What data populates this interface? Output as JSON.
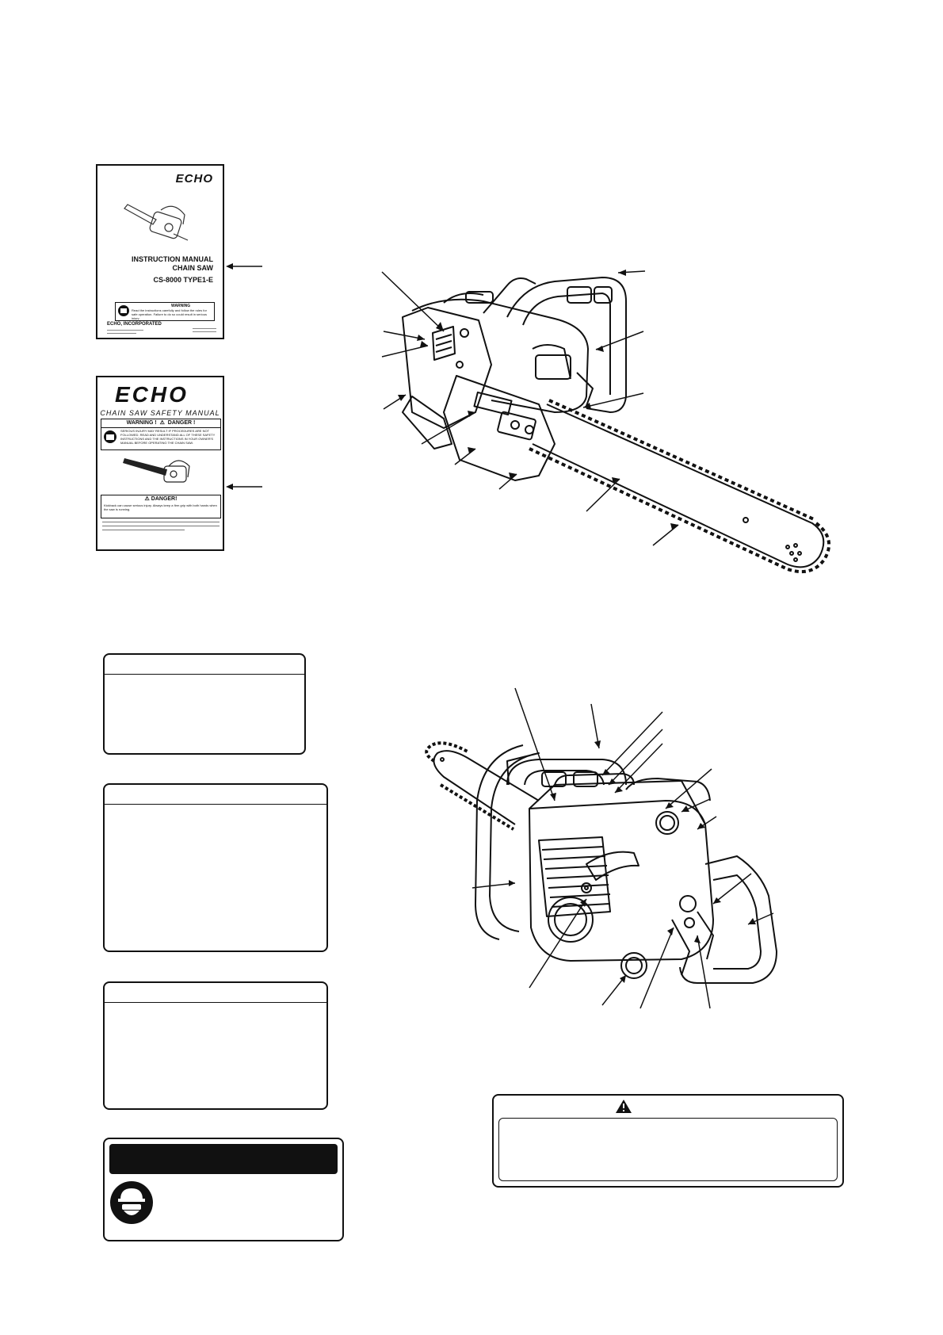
{
  "manual_cover": {
    "brand": "ECHO",
    "title_line1": "INSTRUCTION MANUAL",
    "title_line2": "CHAIN SAW",
    "model": "CS-8000 TYPE1-E",
    "warning_header": "WARNING",
    "warning_text": "Read the instructions carefully and follow the rules for safe operation. Failure to do so could result in serious injury.",
    "company": "ECHO, INCORPORATED"
  },
  "safety_manual_cover": {
    "brand": "ECHO",
    "title": "CHAIN SAW SAFETY MANUAL",
    "warning_header": "WARNING !",
    "danger_header": "DANGER !",
    "danger_text": "SERIOUS INJURY MAY RESULT IF PROCEDURES ARE NOT FOLLOWED. READ AND UNDERSTAND ALL OF THESE SAFETY INSTRUCTIONS AND THE INSTRUCTIONS IN YOUR OWNER'S MANUAL BEFORE OPERATING THE CHAIN SAW.",
    "danger2_header": "DANGER!",
    "danger2_text": "Kickback can cause serious injury. Always keep a firm grip with both hands when the saw is running."
  },
  "caution_label": {
    "icon": "warning-triangle-icon"
  },
  "ppe_label": {
    "icon": "hard-hat-goggles-icon"
  }
}
